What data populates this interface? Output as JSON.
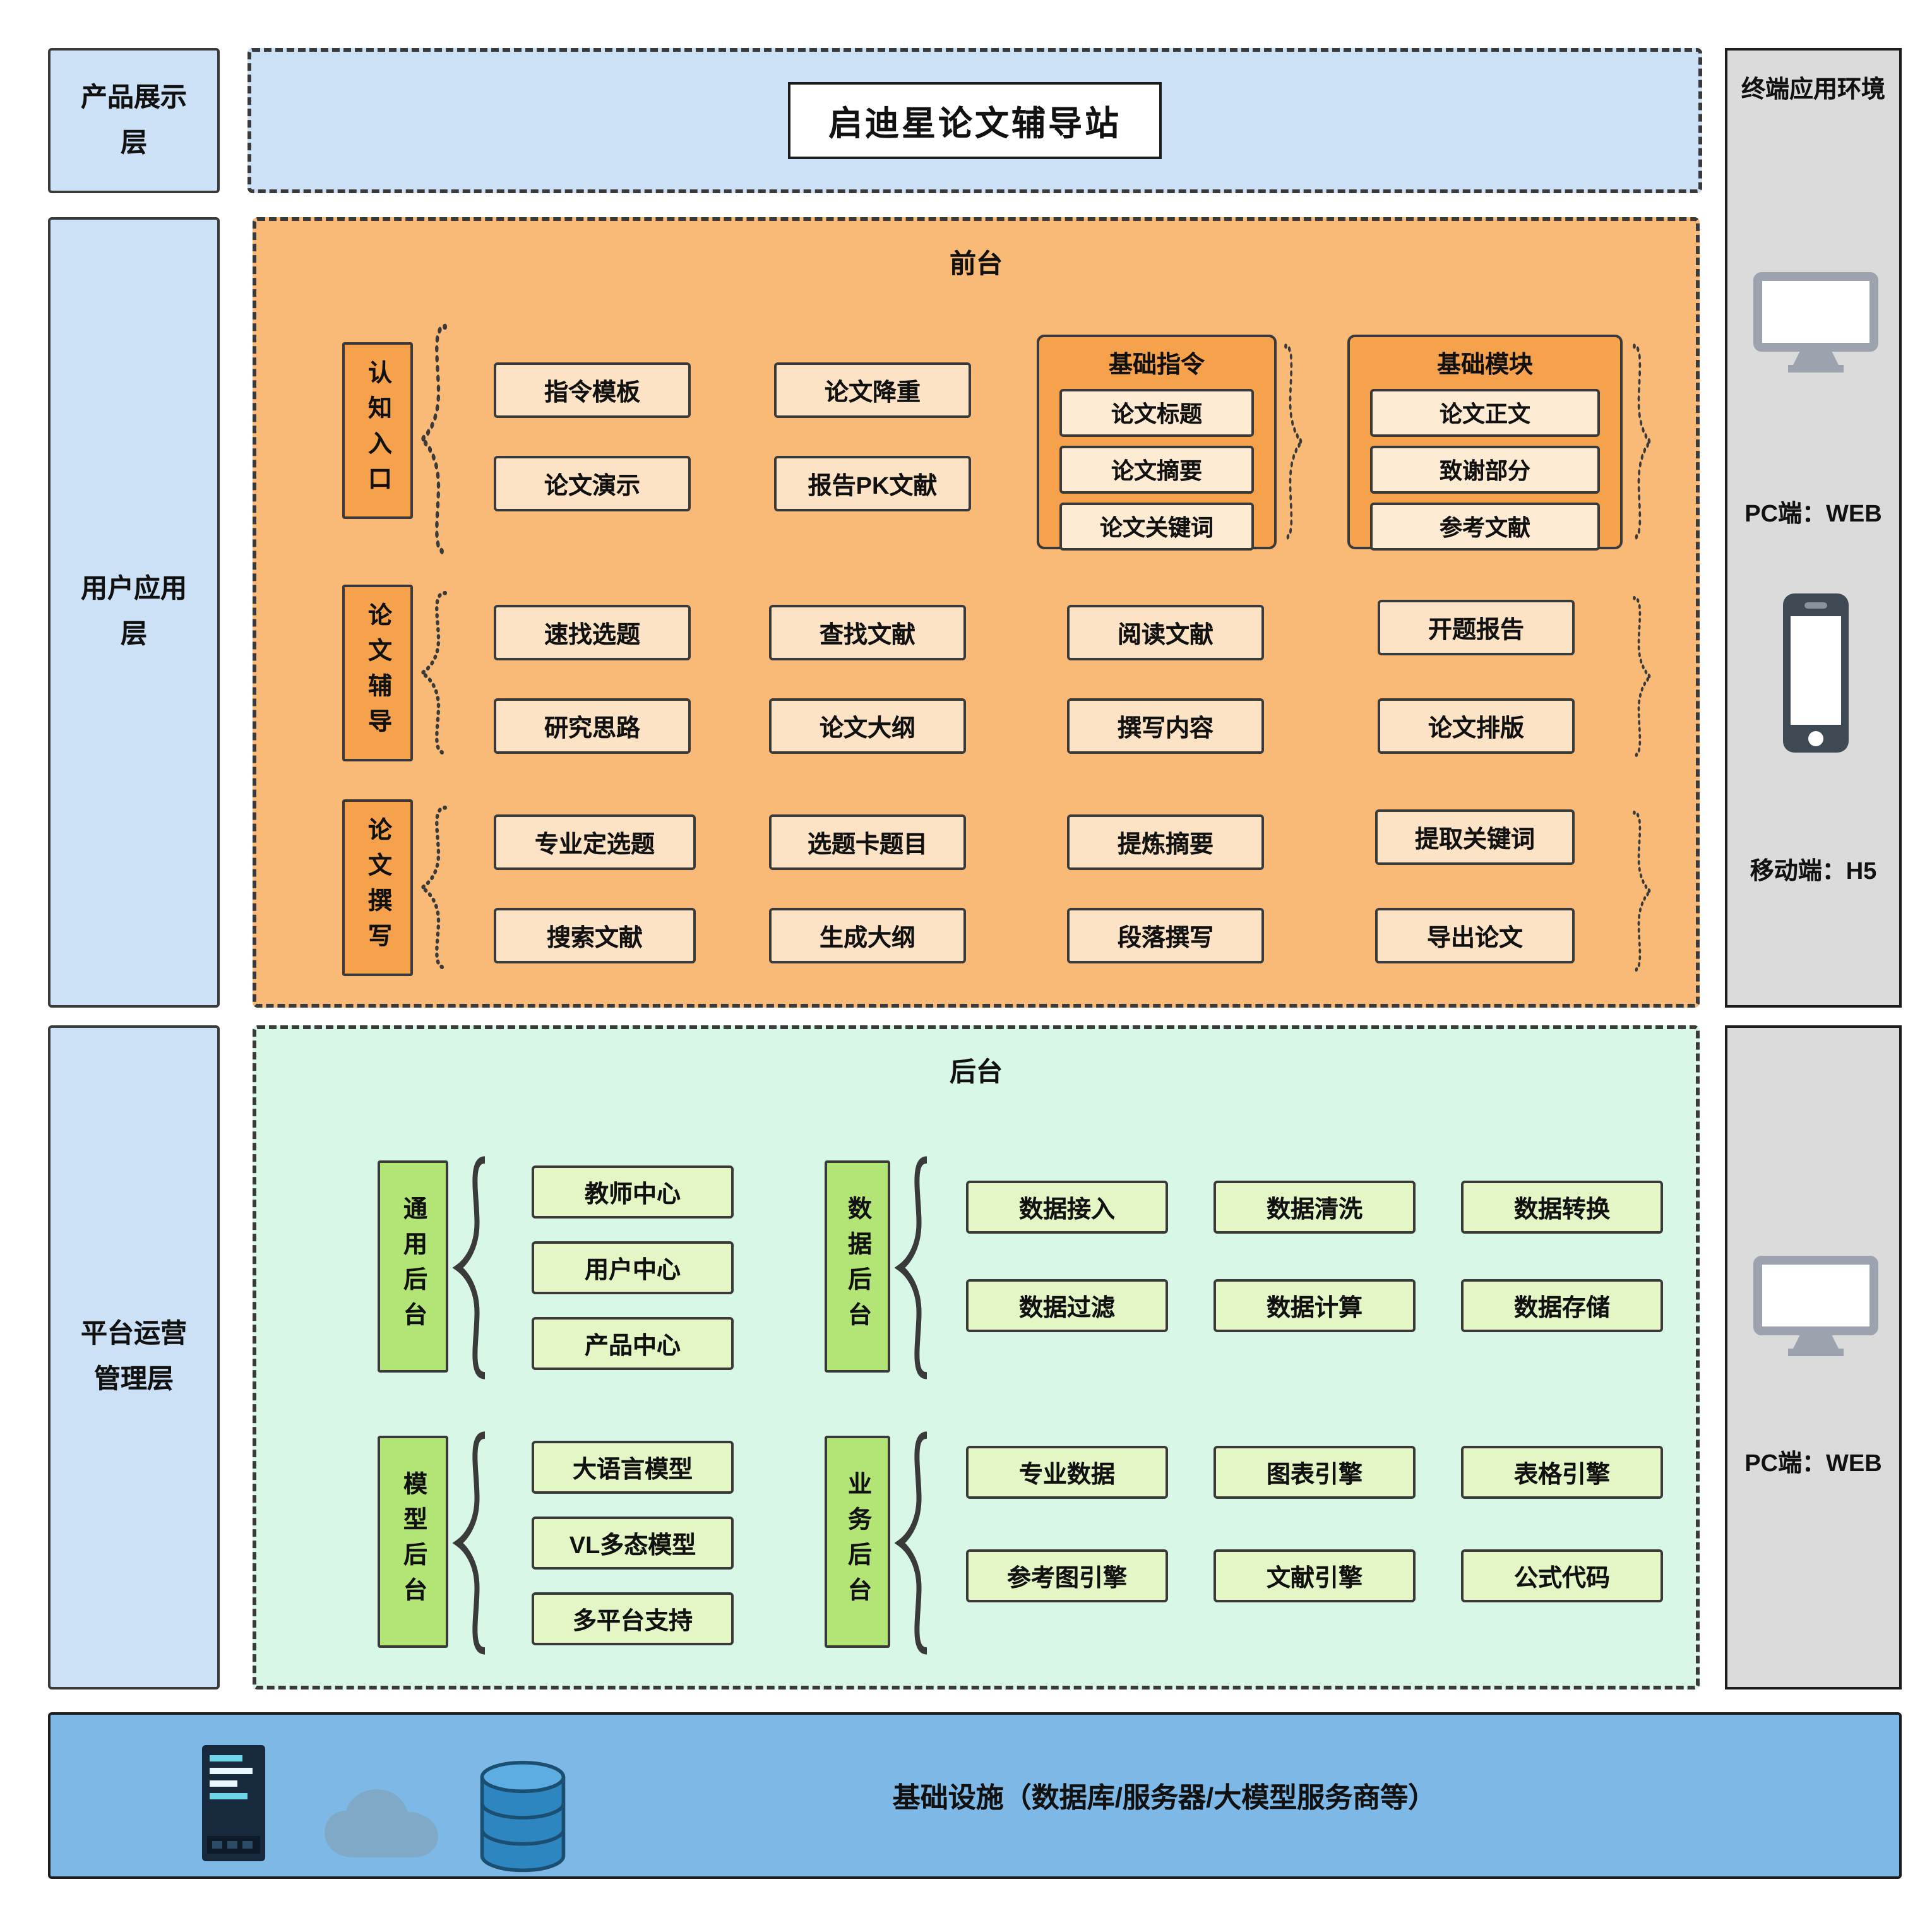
{
  "colors": {
    "layer_blue": "#CDE1F6",
    "front_orange": "#F9BA77",
    "front_node_peach": "#FDE3C6",
    "front_group_orange": "#F6A14C",
    "back_mint": "#D9F7E6",
    "back_label_green": "#B2E576",
    "back_node_green": "#E4F6C5",
    "infra_blue": "#7EB8E6",
    "panel_gray": "#DBDBDB",
    "border_dark": "#3A3A3A"
  },
  "title": "启迪星论文辅导站",
  "left_layers": [
    {
      "label": "产品展示层"
    },
    {
      "label": "用户应用层"
    },
    {
      "label": "平台运营管理层"
    }
  ],
  "terminal_panel": {
    "title": "终端应用环境",
    "pc": "PC端：WEB",
    "mobile": "移动端：H5"
  },
  "admin_panel": {
    "pc": "PC端：WEB"
  },
  "frontend": {
    "title": "前台",
    "groups": [
      {
        "label": "认知入口",
        "items": [
          "指令模板",
          "论文演示",
          "论文降重",
          "报告PK文献"
        ],
        "subgroups": [
          {
            "title": "基础指令",
            "items": [
              "论文标题",
              "论文摘要",
              "论文关键词"
            ]
          },
          {
            "title": "基础模块",
            "items": [
              "论文正文",
              "致谢部分",
              "参考文献"
            ]
          }
        ]
      },
      {
        "label": "论文辅导",
        "items": [
          "速找选题",
          "研究思路",
          "查找文献",
          "论文大纲",
          "阅读文献",
          "撰写内容",
          "开题报告",
          "论文排版"
        ]
      },
      {
        "label": "论文撰写",
        "items": [
          "专业定选题",
          "搜索文献",
          "选题卡题目",
          "生成大纲",
          "提炼摘要",
          "段落撰写",
          "提取关键词",
          "导出论文"
        ]
      }
    ]
  },
  "backend": {
    "title": "后台",
    "groups": [
      {
        "label": "通用后台",
        "items": [
          "教师中心",
          "用户中心",
          "产品中心"
        ]
      },
      {
        "label": "数据后台",
        "items": [
          "数据接入",
          "数据清洗",
          "数据转换",
          "数据过滤",
          "数据计算",
          "数据存储"
        ]
      },
      {
        "label": "模型后台",
        "items": [
          "大语言模型",
          "VL多态模型",
          "多平台支持"
        ]
      },
      {
        "label": "业务后台",
        "items": [
          "专业数据",
          "图表引擎",
          "表格引擎",
          "参考图引擎",
          "文献引擎",
          "公式代码"
        ]
      }
    ]
  },
  "infrastructure": {
    "label": "基础设施（数据库/服务器/大模型服务商等）"
  }
}
